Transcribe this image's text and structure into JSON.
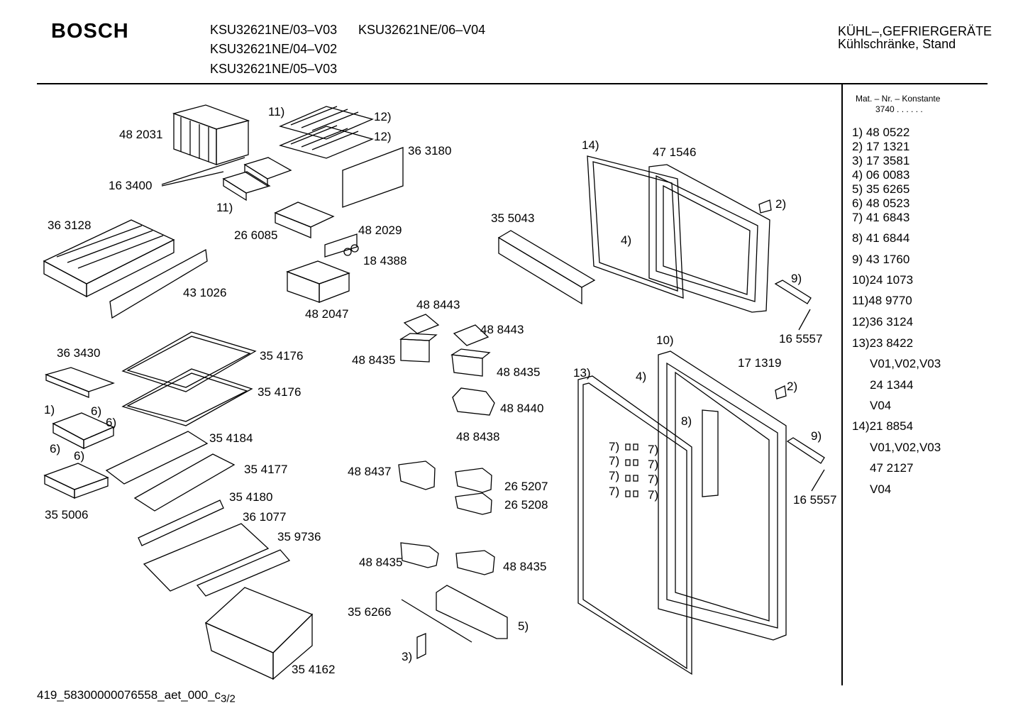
{
  "header": {
    "brand": "BOSCH",
    "models": [
      "KSU32621NE/03–V03",
      "KSU32621NE/06–V04",
      "KSU32621NE/04–V02",
      "KSU32621NE/05–V03"
    ],
    "category_line1": "KÜHL–,GEFRIERGERÄTE",
    "category_line2": "Kühlschränke, Stand"
  },
  "sidebar": {
    "title": "Mat. – Nr. – Konstante",
    "constant": "3740  .  .    .  .  .  .",
    "items": [
      "1)  48 0522",
      "2)  17 1321",
      "3)  17 3581",
      "4)  06 0083",
      "5)  35 6265",
      "6)  48 0523",
      "7)  41 6843",
      "8)  41 6844",
      "9)  43 1760",
      "10)24 1073",
      "11)48 9770",
      "12)36 3124",
      "13)23 8422",
      "V01,V02,V03",
      "24 1344",
      "V04",
      "14)21 8854",
      "V01,V02,V03",
      "47 2127",
      "V04"
    ]
  },
  "labels": {
    "l_482031": "48 2031",
    "l_11a": "11)",
    "l_12a": "12)",
    "l_12b": "12)",
    "l_363180": "36 3180",
    "l_163400": "16 3400",
    "l_11b": "11)",
    "l_363128": "36 3128",
    "l_266085": "26 6085",
    "l_482029": "48 2029",
    "l_184388": "18 4388",
    "l_431026": "43 1026",
    "l_482047": "48 2047",
    "l_355043": "35 5043",
    "l_14": "14)",
    "l_471546": "47 1546",
    "l_2a": "2)",
    "l_4a": "4)",
    "l_9a": "9)",
    "l_165557a": "16 5557",
    "l_488443a": "48 8443",
    "l_488443b": "48 8443",
    "l_488435a": "48 8435",
    "l_488435b": "48 8435",
    "l_488440": "48 8440",
    "l_488438": "48 8438",
    "l_363430": "36 3430",
    "l_354176a": "35 4176",
    "l_354176b": "35 4176",
    "l_1": "1)",
    "l_6a": "6)",
    "l_6b": "6)",
    "l_6c": "6)",
    "l_6d": "6)",
    "l_354184": "35 4184",
    "l_354177": "35 4177",
    "l_355006": "35 5006",
    "l_354180": "35 4180",
    "l_361077": "36 1077",
    "l_359736": "35 9736",
    "l_488437": "48 8437",
    "l_265207": "26 5207",
    "l_265208": "26 5208",
    "l_488435c": "48 8435",
    "l_488435d": "48 8435",
    "l_356266": "35 6266",
    "l_5": "5)",
    "l_3": "3)",
    "l_354162": "35 4162",
    "l_10": "10)",
    "l_171319": "17 1319",
    "l_4b": "4)",
    "l_2b": "2)",
    "l_13": "13)",
    "l_8": "8)",
    "l_9b": "9)",
    "l_165557b": "16 5557",
    "l_7a": "7)",
    "l_7b": "7)",
    "l_7c": "7)",
    "l_7d": "7)",
    "l_7e": "7)",
    "l_7f": "7)",
    "l_7g": "7)",
    "l_7h": "7)"
  },
  "footer": {
    "code": "419_58300000076558_aet_000_c",
    "page": "3/2"
  }
}
